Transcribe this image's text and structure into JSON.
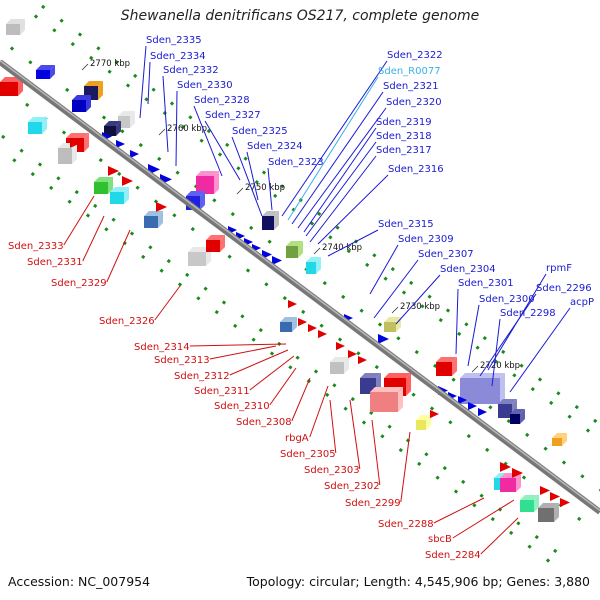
{
  "title": "Shewanella denitrificans OS217, complete genome",
  "footer": {
    "accession": "Accession: NC_007954",
    "summary": "Topology: circular; Length: 4,545,906 bp; Genes: 3,880"
  },
  "colors": {
    "forward_label": "#1a1ad4",
    "reverse_label": "#d01010",
    "rna_label": "#3ab0e8",
    "backbone": "#888888",
    "ticks": "#1a8a1a"
  },
  "backbone_labels": [
    "2770 kbp",
    "2760 kbp",
    "2750 kbp",
    "2740 kbp",
    "2730 kbp",
    "2720 kbp"
  ],
  "forward_labels": [
    "Sden_2335",
    "Sden_2334",
    "Sden_2332",
    "Sden_2330",
    "Sden_2328",
    "Sden_2327",
    "Sden_2325",
    "Sden_2324",
    "Sden_2323",
    "Sden_2322",
    "Sden_R0077",
    "Sden_2321",
    "Sden_2320",
    "Sden_2319",
    "Sden_2318",
    "Sden_2317",
    "Sden_2316",
    "Sden_2315",
    "Sden_2309",
    "Sden_2307",
    "Sden_2304",
    "Sden_2301",
    "Sden_2300",
    "rpmF",
    "Sden_2296",
    "Sden_2298",
    "acpP"
  ],
  "reverse_labels": [
    "Sden_2333",
    "Sden_2331",
    "Sden_2329",
    "Sden_2326",
    "Sden_2314",
    "Sden_2313",
    "Sden_2312",
    "Sden_2311",
    "Sden_2310",
    "Sden_2308",
    "rbgA",
    "Sden_2305",
    "Sden_2303",
    "Sden_2302",
    "Sden_2299",
    "Sden_2288",
    "sbcB",
    "Sden_2284"
  ]
}
